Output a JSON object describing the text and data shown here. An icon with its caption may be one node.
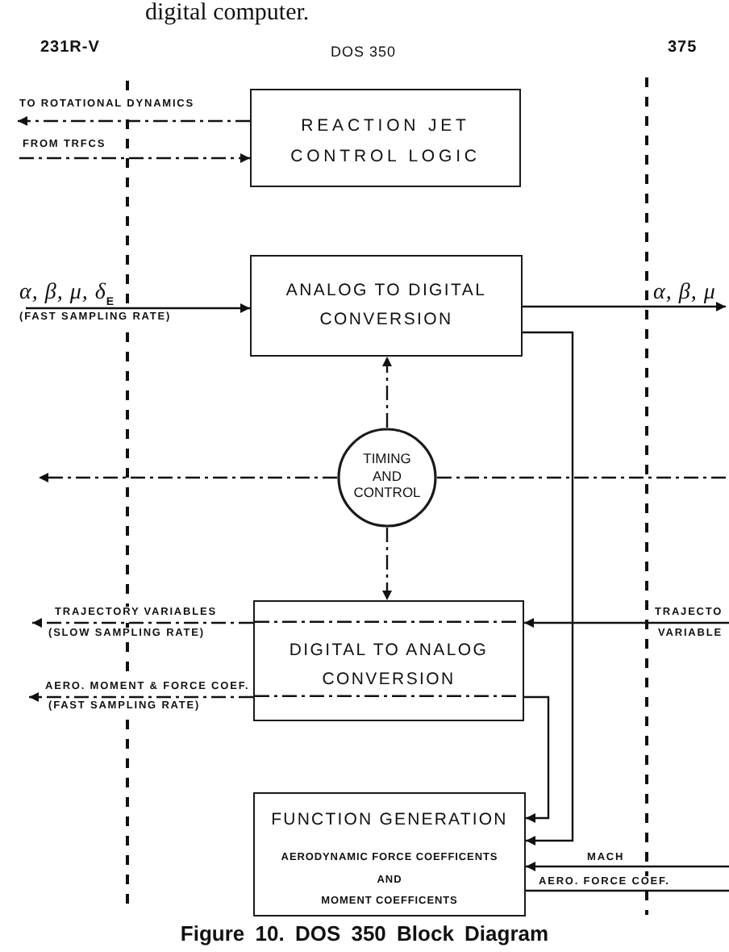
{
  "diagram": {
    "caption": "Figure 10. DOS 350 Block Diagram",
    "nodes": [
      {
        "text": [
          "REACTION JET CONTROL LOGIC"
        ]
      },
      {
        "text": [
          "ANALOG TO DIGITAL CONVERSION"
        ]
      },
      {
        "text": [
          "TIMING AND CONTROL"
        ]
      },
      {
        "text": [
          "DIGITAL TO ANALOG CONVERSION"
        ]
      },
      {
        "text": [
          "FUNCTION GENERATION",
          "AERODYNAMIC FORCE COEFFICENTS AND MOMENT COEFFICENTS"
        ]
      }
    ],
    "edges": [
      {
        "from": 0,
        "to": null,
        "arrow": "to",
        "label": "TO ROTATIONAL DYNAMICS",
        "style": "dashed"
      },
      {
        "from": null,
        "to": 0,
        "arrow": "to",
        "label": "FROM TRFCS",
        "style": "dashed"
      },
      {
        "from": null,
        "to": 1,
        "arrow": "to",
        "label": "α, β, μ, δ$_{E}$ (FAST SAMPLING RATE)"
      },
      {
        "from": 1,
        "to": null,
        "arrow": "to",
        "label": "α, β, μ"
      },
      {
        "from": 1,
        "to": 4,
        "arrow": "to"
      },
      {
        "from": 2,
        "to": 1,
        "arrow": "to",
        "style": "dashed"
      },
      {
        "from": 2,
        "to": null,
        "arrow": "to",
        "style": "dashed"
      },
      {
        "from": 2,
        "to": null,
        "arrow": "none",
        "style": "dashed"
      },
      {
        "from": 2,
        "to": 3,
        "arrow": "to",
        "style": "dashed"
      },
      {
        "from": 3,
        "to": null,
        "arrow": "to",
        "label": "TRAJECTORY VARIABLES (SLOW SAMPLING RATE)",
        "style": "dashed"
      },
      {
        "from": null,
        "to": 3,
        "arrow": "to",
        "label": "TRAJECTO VARIABLE"
      },
      {
        "from": 3,
        "to": null,
        "arrow": "to",
        "label": "AERO. MOMENT & FORCE COEF. (FAST SAMPLING RATE)",
        "style": "dashed"
      },
      {
        "from": 3,
        "to": 4,
        "arrow": "to"
      },
      {
        "from": null,
        "to": 4,
        "arrow": "to",
        "label": "MACH"
      },
      {
        "from": 4,
        "to": null,
        "arrow": "none",
        "label": "AERO. FORCE COEF."
      }
    ],
    "labels": [
      "digital computer.",
      "231R-V",
      "DOS 350",
      "375"
    ]
  }
}
